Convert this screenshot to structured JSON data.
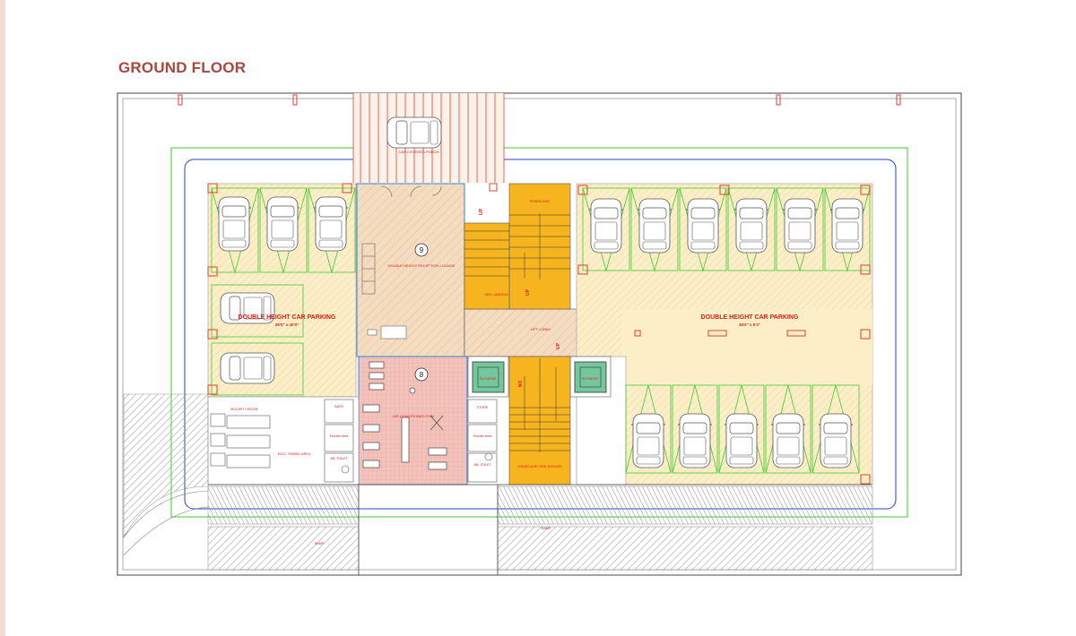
{
  "page": {
    "title": "GROUND FLOOR"
  },
  "labels": {
    "parking_left": "DOUBLE HEIGHT CAR  PARKING",
    "parking_left_dim": "28'0\" x 40'0\"",
    "parking_right": "DOUBLE HEIGHT CAR  PARKING",
    "parking_right_dim": "48'0\" x 5'3\"",
    "porch": "CAR COVERED PORCH",
    "reception": "DOUBLE HEIGHT RECEPTION LOUNGE",
    "staircase_upper": "STAIRCASE",
    "mid_landing": "MID LANDING",
    "lift_lobby": "LIFT LOBBY",
    "elevator_left": "ELEVATOR",
    "elevator_right": "ELEVATOR",
    "gym": "AIR CONDITIONED GYM",
    "security": "SECURITY ROOM",
    "elec_panel": "ELEC. PANNEL AREA",
    "bath": "BATH",
    "powder_left": "Powder Area",
    "toilet_left": "AB. TOILET",
    "store": "STORE",
    "powder_right": "Powder Area",
    "toilet_right": "AB. TOILET",
    "fire_escape": "STAIRCASE FIRE ESCAPE",
    "ramp_left": "RAMP",
    "ramp_right": "RAMP",
    "up": "UP",
    "dn": "DN",
    "circle_9": "9",
    "circle_8": "8"
  },
  "colors": {
    "title": "#a9473a",
    "stair_fill": "#f6b51f",
    "lounge_fill": "#f4dcc1",
    "gym_fill": "#f3c3bb",
    "parking_fill": "#fcefc7",
    "green_line": "#3ecb31",
    "blue_line": "#2b3fc8",
    "red_line": "#e0412c",
    "text_red": "#e11d12"
  }
}
